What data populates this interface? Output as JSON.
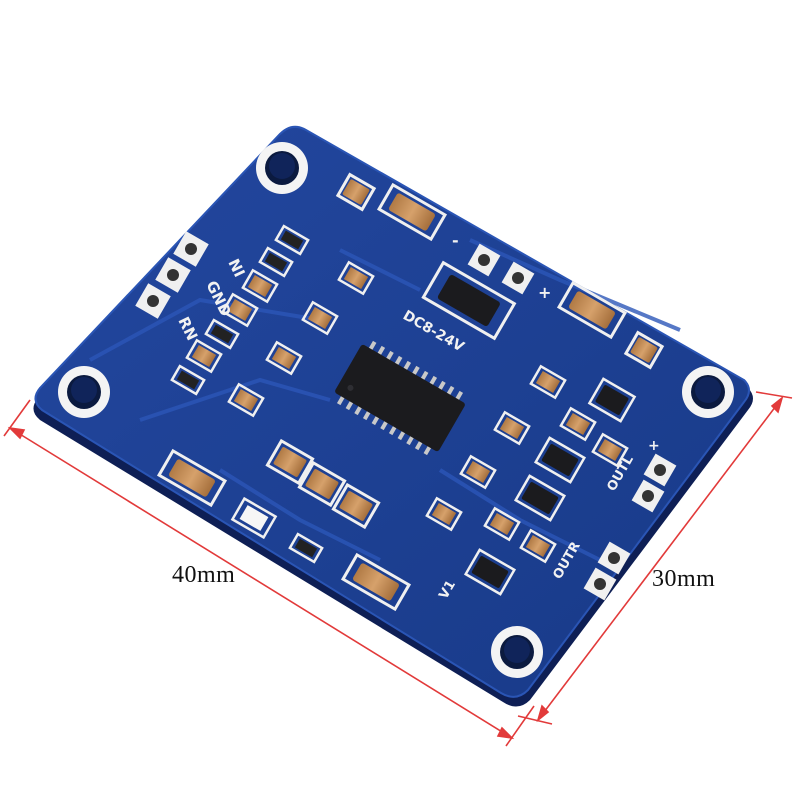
{
  "product": {
    "dimensions": {
      "width_label": "40mm",
      "height_label": "30mm"
    },
    "silkscreen": {
      "input_labels": [
        "NI",
        "GND",
        "RN"
      ],
      "power_label": "DC8-24V",
      "out_left_label": "OUTL",
      "out_right_label": "OUTR",
      "plus": "+",
      "minus": "-",
      "version": "V1"
    }
  },
  "colors": {
    "pcb_blue": "#1d3f95",
    "pcb_edge": "#0e1f55",
    "silkscreen": "#f2f2f2",
    "dimension_line": "#e23a3a",
    "chip_black": "#1b1b1e",
    "capacitor_tan": "#c8915a"
  }
}
